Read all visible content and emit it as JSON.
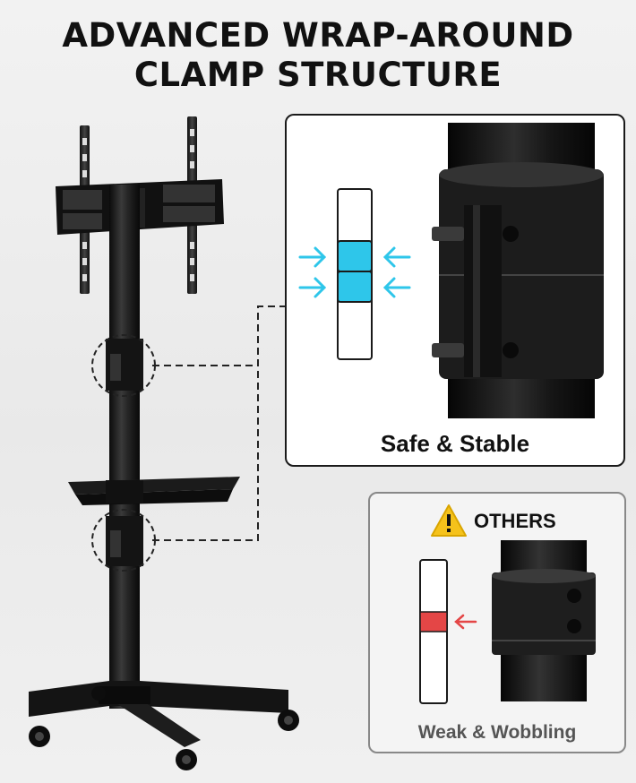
{
  "headline": {
    "line1": "ADVANCED WRAP-AROUND",
    "line2": "CLAMP STRUCTURE"
  },
  "safe_panel": {
    "caption": "Safe & Stable"
  },
  "others_panel": {
    "label": "OTHERS",
    "caption": "Weak & Wobbling"
  },
  "colors": {
    "clamp_good": "#2ec6ea",
    "clamp_bad": "#e44646",
    "warning": "#f5c21b",
    "frame": "#1a1a1a"
  }
}
